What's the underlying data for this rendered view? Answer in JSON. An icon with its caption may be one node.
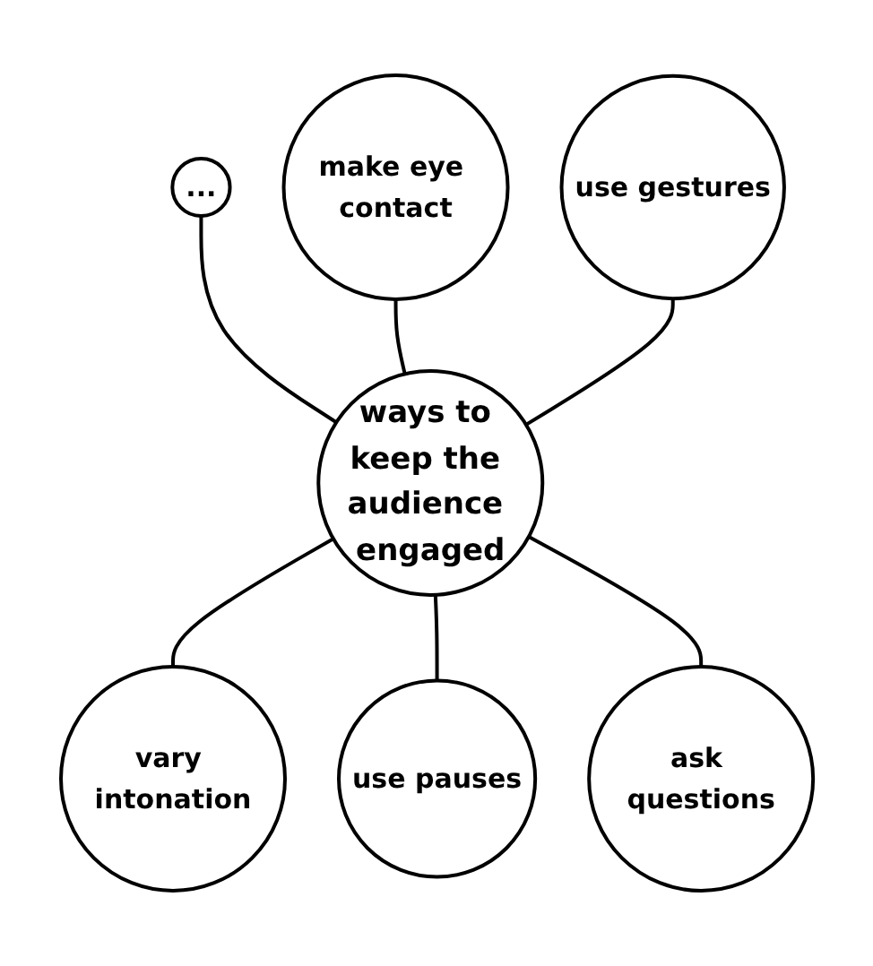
{
  "diagram": {
    "nodes": [
      {
        "text": [
          "make eye contact"
        ]
      },
      {
        "text": [
          "..."
        ]
      },
      {
        "text": [
          "use gestures"
        ]
      },
      {
        "text": [
          "ways to keep the audience engaged"
        ]
      },
      {
        "text": [
          "vary intonation"
        ]
      },
      {
        "text": [
          "ask questions"
        ]
      },
      {
        "text": [
          "use pauses"
        ]
      }
    ],
    "edges": [
      {
        "from": 1,
        "to": 3,
        "arrow": "none"
      },
      {
        "from": 0,
        "to": 3,
        "arrow": "none"
      },
      {
        "from": 2,
        "to": 3,
        "arrow": "none"
      },
      {
        "from": 3,
        "to": 4,
        "arrow": "none"
      },
      {
        "from": 3,
        "to": 6,
        "arrow": "none"
      },
      {
        "from": 3,
        "to": 5,
        "arrow": "none"
      }
    ]
  }
}
